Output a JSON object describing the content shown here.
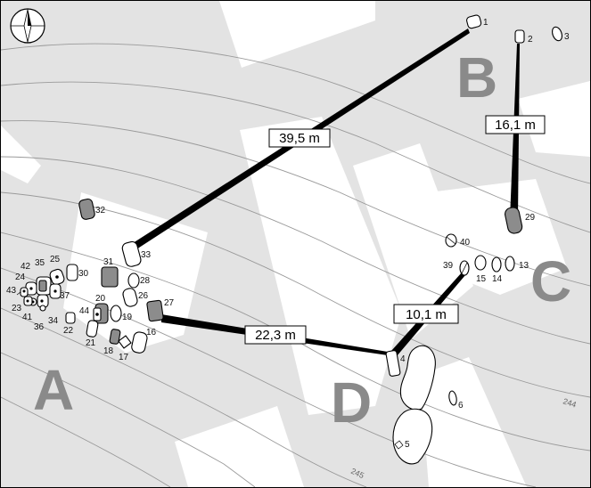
{
  "zones": {
    "a": "A",
    "b": "B",
    "c": "C",
    "d": "D"
  },
  "distances": {
    "d1_33": "39,5 m",
    "d2_29": "16,1 m",
    "d27_4": "22,3 m",
    "d39_4": "10,1 m"
  },
  "contour_labels": {
    "c244": "244",
    "c245": "245"
  },
  "stone_labels": {
    "s1": "1",
    "s2": "2",
    "s3": "3",
    "s4": "4",
    "s5": "5",
    "s6": "6",
    "s13": "13",
    "s14": "14",
    "s15": "15",
    "s16": "16",
    "s17": "17",
    "s18": "18",
    "s19": "19",
    "s20": "20",
    "s21": "21",
    "s22": "22",
    "s23": "23",
    "s24": "24",
    "s25": "25",
    "s26": "26",
    "s27": "27",
    "s28": "28",
    "s29": "29",
    "s30": "30",
    "s31": "31",
    "s32": "32",
    "s33": "33",
    "s34": "34",
    "s35": "35",
    "s36": "36",
    "s37": "37",
    "s39": "39",
    "s40": "40",
    "s41": "41",
    "s42": "42",
    "s43": "43",
    "s44": "44"
  },
  "colors": {
    "background": "#e3e3e3",
    "clearing": "#ffffff",
    "stone_dark": "#8c8c8c",
    "zone_letter": "#8a8a8a"
  },
  "compass": "north-arrow-icon"
}
